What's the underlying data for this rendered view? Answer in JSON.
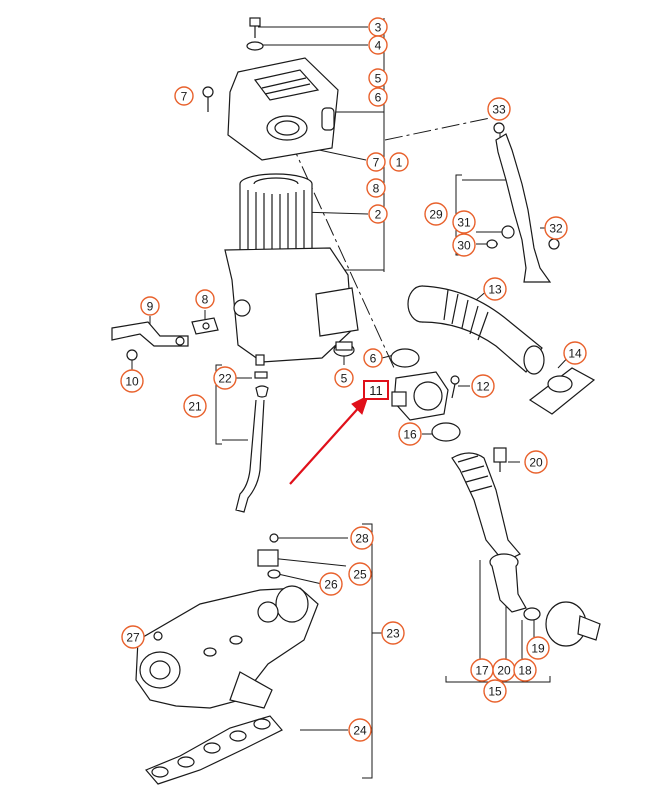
{
  "colors": {
    "callout_ring": "#e8612c",
    "highlight": "#e0101a",
    "line": "#1a1a1a",
    "part_fill": "#ffffff"
  },
  "callouts": [
    {
      "id": "c3",
      "label": "3"
    },
    {
      "id": "c4",
      "label": "4"
    },
    {
      "id": "c5a",
      "label": "5"
    },
    {
      "id": "c6a",
      "label": "6"
    },
    {
      "id": "c7a",
      "label": "7"
    },
    {
      "id": "c7b",
      "label": "7"
    },
    {
      "id": "c1",
      "label": "1"
    },
    {
      "id": "c8a",
      "label": "8"
    },
    {
      "id": "c2",
      "label": "2"
    },
    {
      "id": "c33",
      "label": "33"
    },
    {
      "id": "c29",
      "label": "29"
    },
    {
      "id": "c31",
      "label": "31"
    },
    {
      "id": "c30",
      "label": "30"
    },
    {
      "id": "c32",
      "label": "32"
    },
    {
      "id": "c13",
      "label": "13"
    },
    {
      "id": "c14",
      "label": "14"
    },
    {
      "id": "c9",
      "label": "9"
    },
    {
      "id": "c8b",
      "label": "8"
    },
    {
      "id": "c10",
      "label": "10"
    },
    {
      "id": "c6b",
      "label": "6"
    },
    {
      "id": "c5b",
      "label": "5"
    },
    {
      "id": "c22",
      "label": "22"
    },
    {
      "id": "c21",
      "label": "21"
    },
    {
      "id": "c12",
      "label": "12"
    },
    {
      "id": "c16",
      "label": "16"
    },
    {
      "id": "c20a",
      "label": "20"
    },
    {
      "id": "c28",
      "label": "28"
    },
    {
      "id": "c25",
      "label": "25"
    },
    {
      "id": "c26",
      "label": "26"
    },
    {
      "id": "c27",
      "label": "27"
    },
    {
      "id": "c23",
      "label": "23"
    },
    {
      "id": "c24",
      "label": "24"
    },
    {
      "id": "c19",
      "label": "19"
    },
    {
      "id": "c17",
      "label": "17"
    },
    {
      "id": "c20b",
      "label": "20"
    },
    {
      "id": "c18",
      "label": "18"
    },
    {
      "id": "c15",
      "label": "15"
    }
  ],
  "highlight": {
    "label": "11"
  }
}
